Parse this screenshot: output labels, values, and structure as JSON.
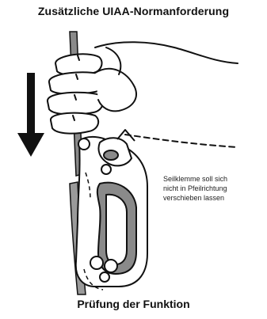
{
  "title": "Zusätzliche UIAA-Normanforderung",
  "caption": "Prüfung der Funktion",
  "note_lines": [
    "Seilklemme soll sich",
    "nicht in Pfeilrichtung",
    "verschieben lassen"
  ],
  "colors": {
    "ink": "#111111",
    "device_gray": "#8a8a8a",
    "rope_gray": "#9a9a9a"
  },
  "icons": [
    "down-arrow-icon",
    "hand-illustration",
    "rope-clamp-illustration"
  ]
}
